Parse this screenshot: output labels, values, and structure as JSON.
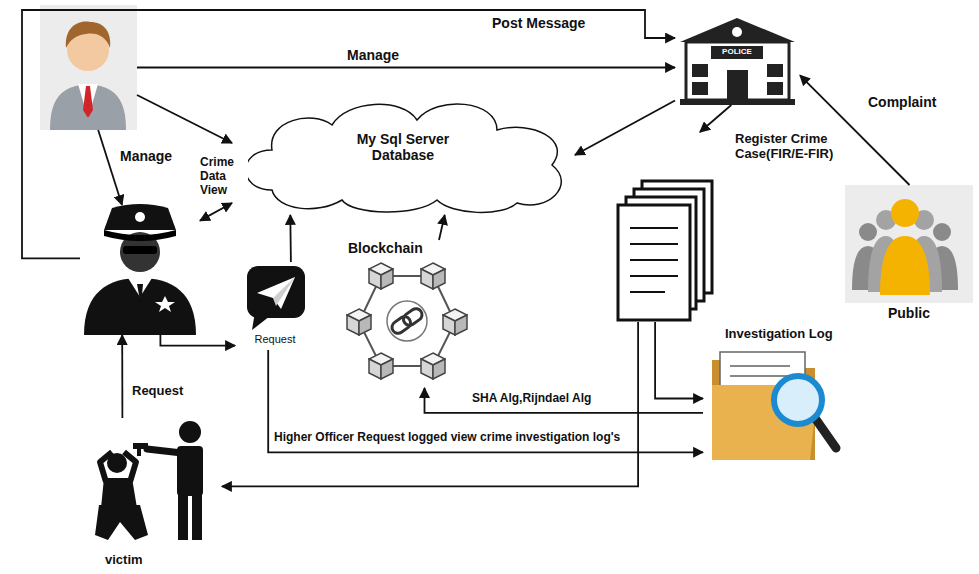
{
  "diagram": {
    "nodes": [
      {
        "text": []
      },
      {
        "text": [
          "POLICE"
        ]
      },
      {
        "text": [
          "My Sql Server Database"
        ]
      },
      {
        "text": []
      },
      {
        "text": [
          "Request"
        ]
      },
      {
        "text": [
          "Blockchain"
        ]
      },
      {
        "text": [
          "Register Crime Case(FIR/E-FIR)"
        ]
      },
      {
        "text": [
          "Public"
        ]
      },
      {
        "text": [
          "Investigation Log"
        ]
      },
      {
        "text": [
          "victim"
        ]
      }
    ],
    "edges": [
      {
        "from": 0,
        "to": 1,
        "label": "Manage",
        "arrow": "to"
      },
      {
        "from": 3,
        "to": 1,
        "label": "Post Message",
        "arrow": "to"
      },
      {
        "from": 0,
        "to": 2,
        "arrow": "to"
      },
      {
        "from": 0,
        "to": 3,
        "label": "Manage",
        "arrow": "to"
      },
      {
        "from": 1,
        "to": 2,
        "arrow": "to"
      },
      {
        "from": 3,
        "to": 2,
        "label": "Crime Data View",
        "arrow": "both"
      },
      {
        "from": 7,
        "to": 1,
        "label": "Complaint",
        "arrow": "to"
      },
      {
        "from": 1,
        "to": 6,
        "arrow": "to"
      },
      {
        "from": 3,
        "to": 4,
        "arrow": "to"
      },
      {
        "from": 4,
        "to": 2,
        "arrow": "to"
      },
      {
        "from": 5,
        "to": 2,
        "arrow": "to"
      },
      {
        "from": 6,
        "to": 8,
        "arrow": "to"
      },
      {
        "from": 8,
        "to": 5,
        "label": "SHA Alg,Rijndael Alg",
        "arrow": "to"
      },
      {
        "from": 4,
        "to": 8,
        "label": "Higher Officer Request logged view crime investigation log's",
        "arrow": "to"
      },
      {
        "from": 6,
        "to": 9,
        "arrow": "to"
      },
      {
        "from": 9,
        "to": 3,
        "label": "Request",
        "arrow": "to"
      }
    ]
  }
}
